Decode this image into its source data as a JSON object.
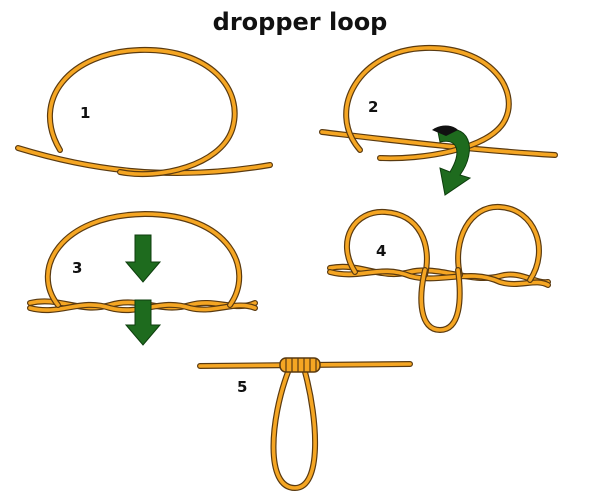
{
  "title": "dropper loop",
  "steps": [
    {
      "label": "1"
    },
    {
      "label": "2"
    },
    {
      "label": "3"
    },
    {
      "label": "4"
    },
    {
      "label": "5"
    }
  ],
  "colors": {
    "rope": "#f5a623",
    "rope_outline": "#5a3a10",
    "arrow": "#1e6b1e"
  }
}
